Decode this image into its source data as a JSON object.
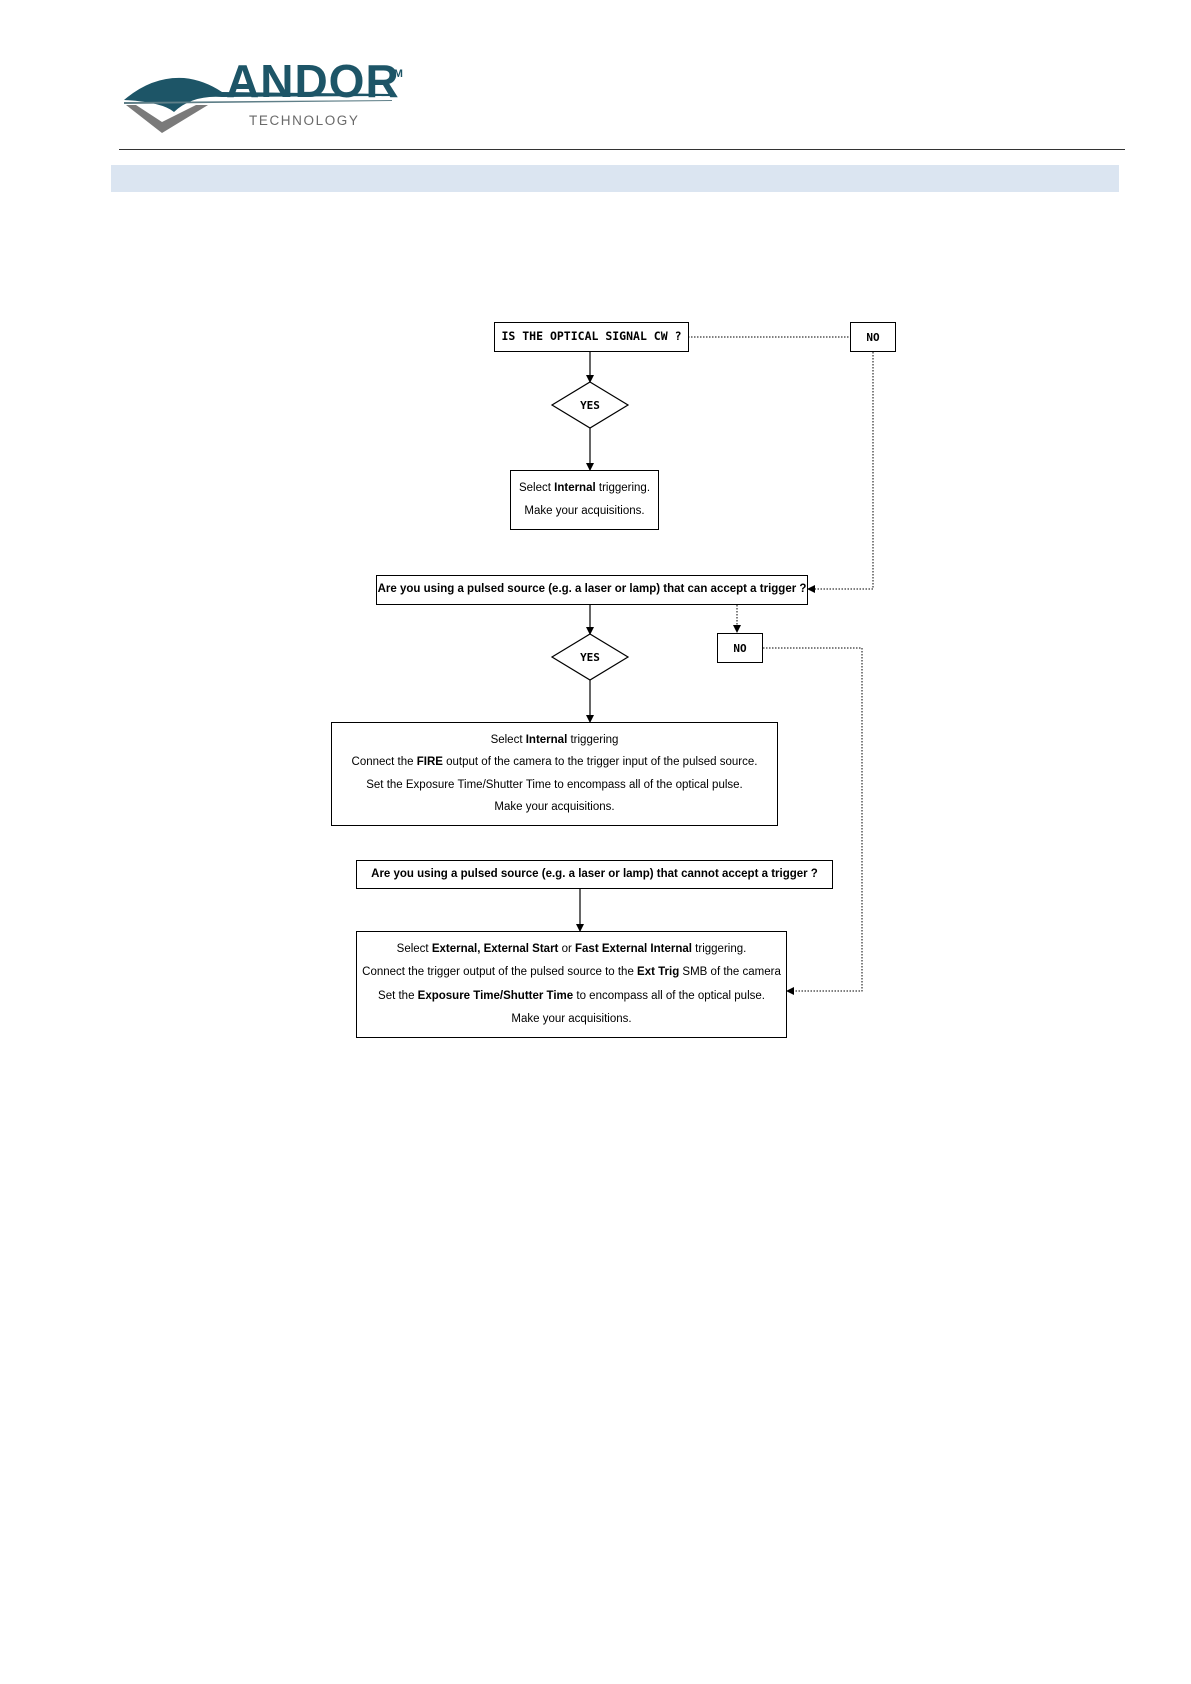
{
  "header": {
    "logo_text": "ANDOR",
    "logo_tm": "TM",
    "logo_subtext": "TECHNOLOGY"
  },
  "flowchart": {
    "q1": "IS THE OPTICAL SIGNAL CW ?",
    "q1_no": "NO",
    "q1_yes": "YES",
    "a1": {
      "line1_pre": "Select ",
      "line1_bold": "Internal",
      "line1_post": " triggering.",
      "line2": "Make your acquisitions."
    },
    "q2": "Are you using a pulsed source (e.g. a laser or lamp) that can accept a trigger ?",
    "q2_yes": "YES",
    "q2_no": "NO",
    "a2": {
      "line1_pre": "Select ",
      "line1_bold": "Internal",
      "line1_post": " triggering",
      "line2_pre": "Connect the ",
      "line2_bold": "FIRE",
      "line2_post": " output of the camera to the trigger input of the pulsed source.",
      "line3": "Set the Exposure Time/Shutter Time to encompass all of the optical pulse.",
      "line4": "Make your acquisitions."
    },
    "q3": "Are you using a pulsed source (e.g. a laser or lamp) that cannot accept a trigger ?",
    "a3": {
      "line1_pre": "Select ",
      "line1_b1": "External, External Start",
      "line1_mid": " or ",
      "line1_b2": "Fast External Internal",
      "line1_post": " triggering.",
      "line2_pre": "Connect the trigger output of the pulsed source to the ",
      "line2_bold": "Ext Trig",
      "line2_post": " SMB of the camera",
      "line3_pre": "Set the ",
      "line3_bold": "Exposure Time/Shutter Time",
      "line3_post": " to encompass all of the optical pulse.",
      "line4": "Make your acquisitions."
    }
  }
}
